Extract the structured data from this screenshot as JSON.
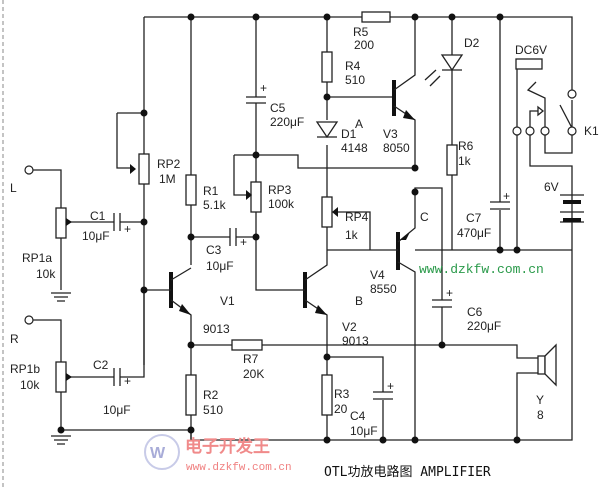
{
  "title": "OTL功放电路图 AMPLIFIER",
  "watermark": {
    "url": "www.dzkfw.com.cn",
    "cn_text": "电子开发王",
    "logo_url": "www.dzkfw.com.cn"
  },
  "inputs": {
    "left": "L",
    "right": "R"
  },
  "components": {
    "rp1a": {
      "name": "RP1a",
      "value": "10k"
    },
    "rp1b": {
      "name": "RP1b",
      "value": "10k"
    },
    "rp2": {
      "name": "RP2",
      "value": "1M"
    },
    "rp3": {
      "name": "RP3",
      "value": "100k"
    },
    "rp4": {
      "name": "RP4",
      "value": "1k"
    },
    "c1": {
      "name": "C1",
      "value": "10μF"
    },
    "c2": {
      "name": "C2",
      "value": "10μF"
    },
    "c3": {
      "name": "C3",
      "value": "10μF"
    },
    "c4": {
      "name": "C4",
      "value": "10μF"
    },
    "c5": {
      "name": "C5",
      "value": "220μF"
    },
    "c6": {
      "name": "C6",
      "value": "220μF"
    },
    "c7": {
      "name": "C7",
      "value": "470μF"
    },
    "r1": {
      "name": "R1",
      "value": "5.1k"
    },
    "r2": {
      "name": "R2",
      "value": "510"
    },
    "r3": {
      "name": "R3",
      "value": "20"
    },
    "r4": {
      "name": "R4",
      "value": "510"
    },
    "r5": {
      "name": "R5",
      "value": "200"
    },
    "r6": {
      "name": "R6",
      "value": "1k"
    },
    "r7": {
      "name": "R7",
      "value": "20K"
    },
    "v1": {
      "name": "V1",
      "value": "9013"
    },
    "v2": {
      "name": "V2",
      "value": "9013"
    },
    "v3": {
      "name": "V3",
      "value": "8050"
    },
    "v4": {
      "name": "V4",
      "value": "8550"
    },
    "d1": {
      "name": "D1",
      "value": "4148"
    },
    "d2": {
      "name": "D2"
    },
    "k1": {
      "name": "K1",
      "coil": "DC6V"
    },
    "battery": {
      "value": "6V"
    },
    "speaker": {
      "name": "Y",
      "value": "8"
    }
  },
  "nodes": {
    "a": "A",
    "b": "B",
    "c": "C",
    "plus": "+"
  }
}
